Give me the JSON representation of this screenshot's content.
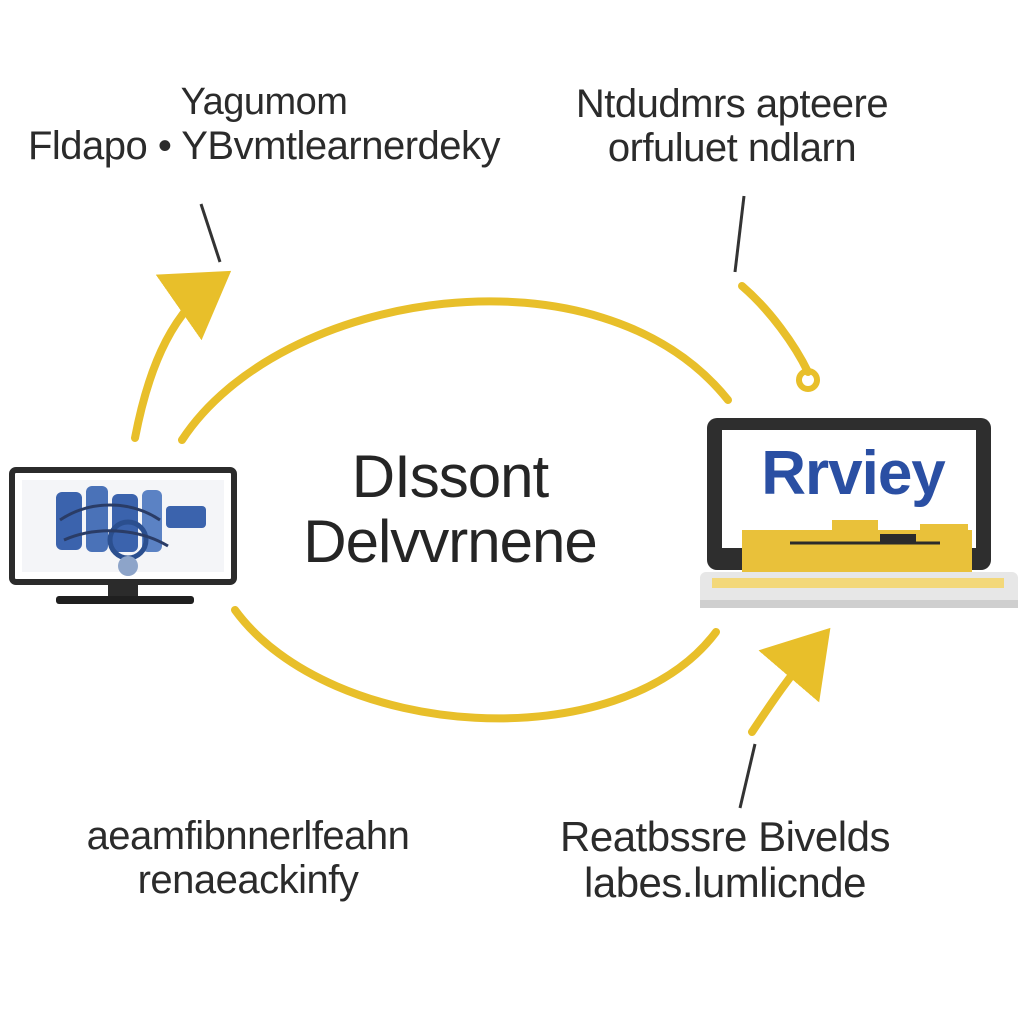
{
  "diagram": {
    "center": {
      "line1": "DIssont",
      "line2": "Delvvrnene"
    },
    "labels": {
      "top_left": [
        "Yagumom",
        "Fldapo • YBvmtlearnerdeky"
      ],
      "top_right": [
        "Ntdudmrs apteere",
        "orfuluet ndlarn"
      ],
      "bottom_left": [
        "aeamfibnnerlfeahn",
        "renaeackinfy"
      ],
      "bottom_right": [
        "Reatbssre Bivelds",
        "labes.lumlicnde"
      ]
    },
    "nodes": {
      "left_monitor": {
        "icon": "monitor-icon"
      },
      "right_laptop": {
        "icon": "laptop-icon",
        "screen_text": "Rrviey"
      }
    },
    "colors": {
      "arrow": "#e8bf2a",
      "laptop_tray": "#e9c13a",
      "screen_text": "#2a4fa3",
      "monitor_frame": "#2b2b2b",
      "monitor_art": "#3b63ad"
    }
  }
}
